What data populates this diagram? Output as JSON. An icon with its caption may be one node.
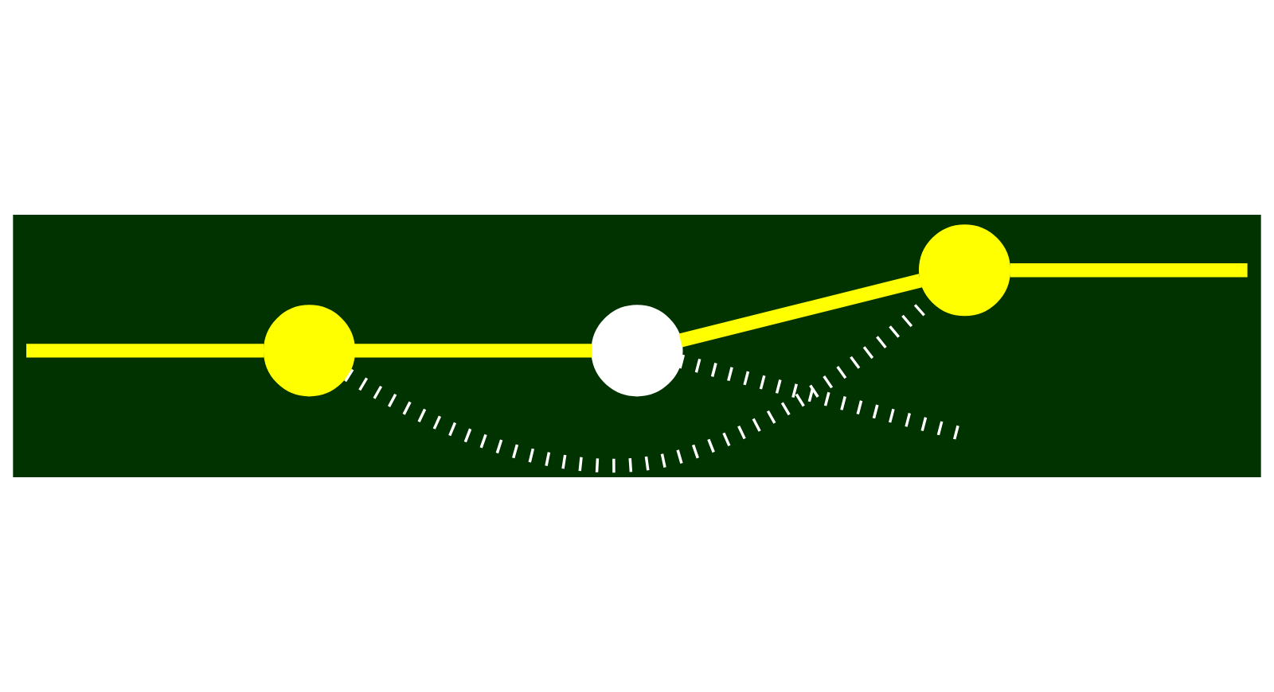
{
  "diagram": {
    "nodes": [
      {
        "text": [],
        "shape": "circle"
      },
      {
        "text": [],
        "shape": "circle"
      },
      {
        "text": [],
        "shape": "circle"
      }
    ],
    "edges": [
      {
        "from": null,
        "to": 0,
        "arrow": "none"
      },
      {
        "from": 0,
        "to": 1,
        "arrow": "none"
      },
      {
        "from": 1,
        "to": 2,
        "arrow": "none"
      },
      {
        "from": 2,
        "to": null,
        "arrow": "none"
      },
      {
        "from": 0,
        "to": 2,
        "arrow": "none",
        "style": "dashed",
        "color": "#ffffff"
      },
      {
        "from": 1,
        "to": null,
        "arrow": "none",
        "style": "dashed",
        "color": "#ffffff"
      }
    ]
  }
}
